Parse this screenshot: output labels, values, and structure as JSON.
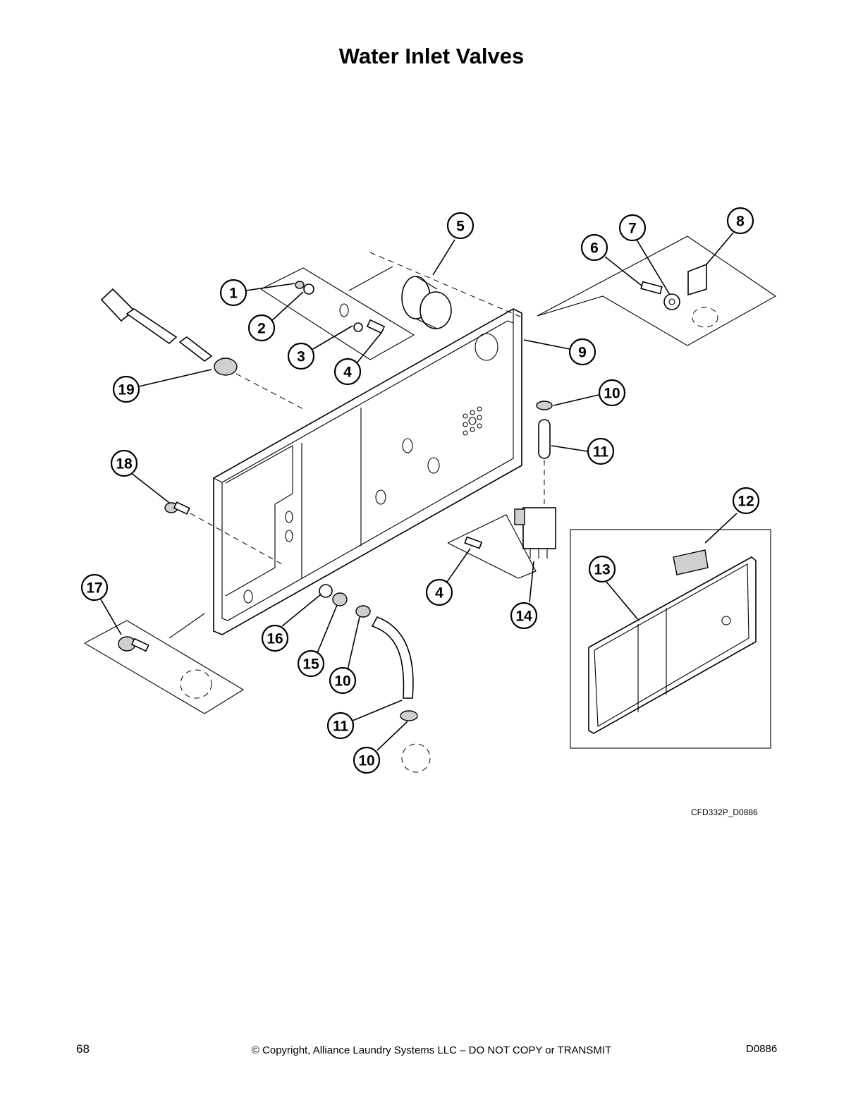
{
  "page": {
    "title": "Water Inlet Valves",
    "figure_code": "CFD332P_D0886",
    "page_number": "68",
    "copyright": "© Copyright, Alliance Laundry Systems LLC – DO NOT COPY or TRANSMIT",
    "doc_id": "D0886"
  },
  "callouts": [
    {
      "id": "c1",
      "label": "1"
    },
    {
      "id": "c2",
      "label": "2"
    },
    {
      "id": "c3",
      "label": "3"
    },
    {
      "id": "c4a",
      "label": "4"
    },
    {
      "id": "c5",
      "label": "5"
    },
    {
      "id": "c6",
      "label": "6"
    },
    {
      "id": "c7",
      "label": "7"
    },
    {
      "id": "c8",
      "label": "8"
    },
    {
      "id": "c9",
      "label": "9"
    },
    {
      "id": "c10a",
      "label": "10"
    },
    {
      "id": "c11a",
      "label": "11"
    },
    {
      "id": "c12",
      "label": "12"
    },
    {
      "id": "c13",
      "label": "13"
    },
    {
      "id": "c14",
      "label": "14"
    },
    {
      "id": "c4b",
      "label": "4"
    },
    {
      "id": "c16",
      "label": "16"
    },
    {
      "id": "c15",
      "label": "15"
    },
    {
      "id": "c10b",
      "label": "10"
    },
    {
      "id": "c11b",
      "label": "11"
    },
    {
      "id": "c10c",
      "label": "10"
    },
    {
      "id": "c17",
      "label": "17"
    },
    {
      "id": "c18",
      "label": "18"
    },
    {
      "id": "c19",
      "label": "19"
    }
  ]
}
